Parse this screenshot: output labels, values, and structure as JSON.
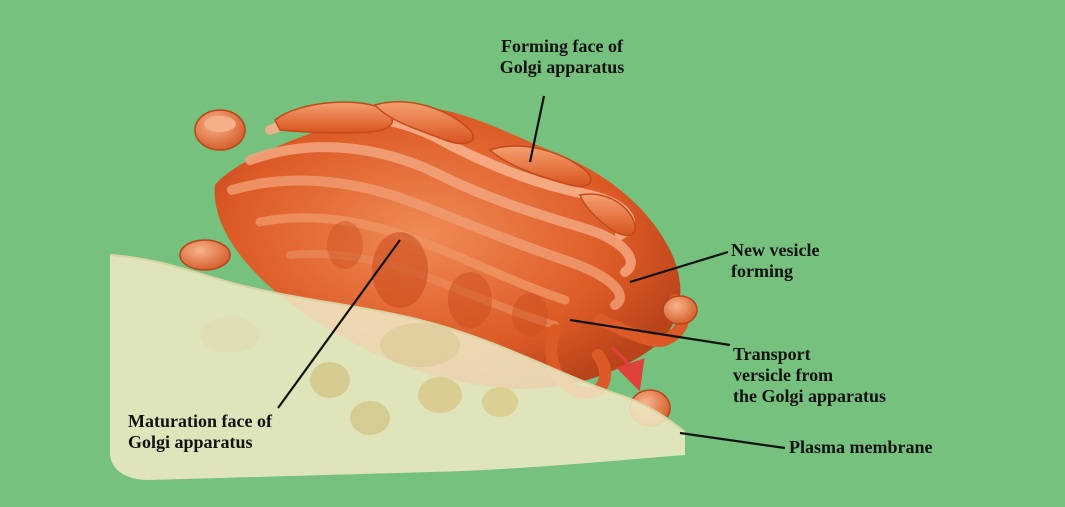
{
  "diagram": {
    "labels": {
      "forming_face": [
        "Forming face of",
        "Golgi apparatus"
      ],
      "new_vesicle": [
        "New vesicle",
        "forming"
      ],
      "transport_vesicle": [
        "Transport",
        "versicle from",
        "the Golgi apparatus"
      ],
      "maturation_face": [
        "Maturation face of",
        "Golgi apparatus"
      ],
      "plasma_membrane": [
        "Plasma membrane"
      ]
    },
    "colors": {
      "background": "#6fbf78",
      "golgi": "#e0622c",
      "membrane": "#eee8c4",
      "leader_line": "#111111",
      "arrow": "#e0413a"
    }
  }
}
